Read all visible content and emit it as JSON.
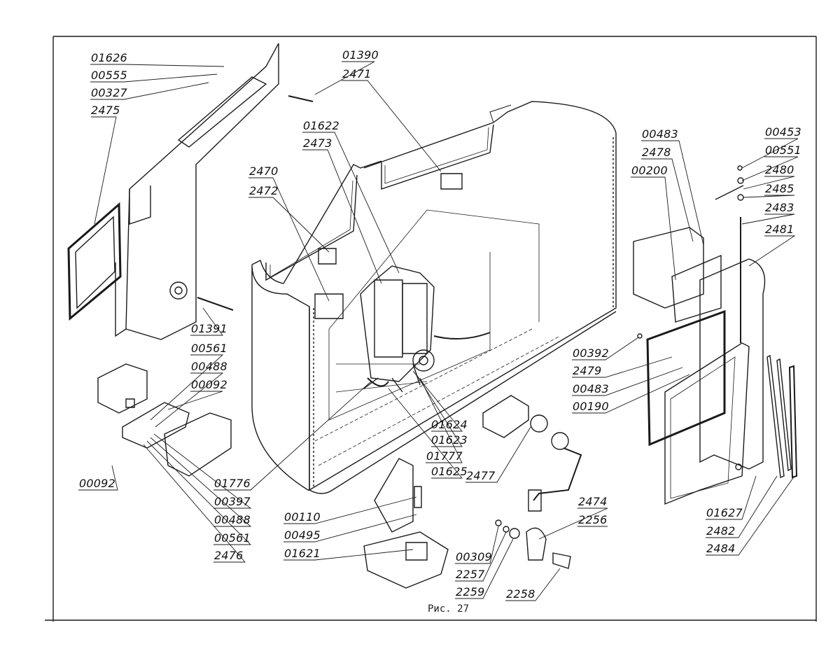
{
  "figure": {
    "caption": "Рис. 27",
    "callouts": {
      "c01626": "01626",
      "c00555": "00555",
      "c00327": "00327",
      "c2475": "2475",
      "c01390": "01390",
      "c2471": "2471",
      "c01622": "01622",
      "c2473": "2473",
      "c2470": "2470",
      "c2472": "2472",
      "c01391": "01391",
      "c00561a": "00561",
      "c00488a": "00488",
      "c00092a": "00092",
      "c00092b": "00092",
      "c01776": "01776",
      "c00397": "00397",
      "c00488b": "00488",
      "c00561b": "00561",
      "c2476": "2476",
      "c01624": "01624",
      "c01623": "01623",
      "c01777": "01777",
      "c01625": "01625",
      "c2477": "2477",
      "c00110": "00110",
      "c00495": "00495",
      "c01621": "01621",
      "c00309": "00309",
      "c2257": "2257",
      "c2259": "2259",
      "c2474": "2474",
      "c2256": "2256",
      "c2258": "2258",
      "c00483a": "00483",
      "c2478": "2478",
      "c00200": "00200",
      "c00453": "00453",
      "c00551": "00551",
      "c2480": "2480",
      "c2485": "2485",
      "c2483": "2483",
      "c2481": "2481",
      "c00392": "00392",
      "c2479": "2479",
      "c00483b": "00483",
      "c00190": "00190",
      "c01627": "01627",
      "c2482": "2482",
      "c2484": "2484"
    }
  }
}
